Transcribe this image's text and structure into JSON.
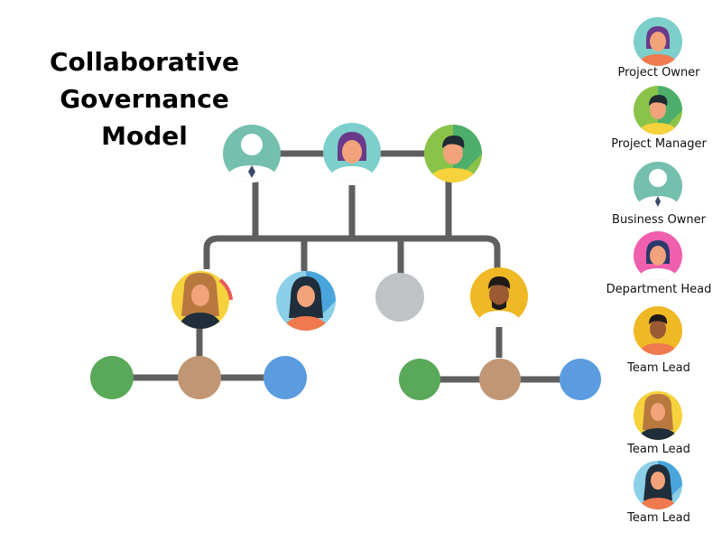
{
  "title": {
    "lines": [
      "Collaborative",
      "Governance",
      "Model"
    ]
  },
  "legend": {
    "items": [
      {
        "label": "Project Owner",
        "avatar": "woman-purple-hair-avatar",
        "bg": "#7ccfcb"
      },
      {
        "label": "Project Manager",
        "avatar": "man-dark-hair-avatar",
        "bg": "#8bc34a"
      },
      {
        "label": "Business Owner",
        "avatar": "businessman-tie-avatar",
        "bg": "#74bfae"
      },
      {
        "label": "Department Head",
        "avatar": "woman-dark-hair-avatar",
        "bg": "#ef5fae"
      },
      {
        "label": "Team Lead",
        "avatar": "man-curly-hair-avatar",
        "bg": "#efb825"
      },
      {
        "label": "Team Lead",
        "avatar": "woman-brown-hair-avatar",
        "bg": "#f6d23c"
      },
      {
        "label": "Team Lead",
        "avatar": "woman-long-black-hair-avatar",
        "bg": "#8ccfe8"
      }
    ]
  },
  "colors": {
    "connector": "#5f5f5f",
    "green_node": "#5aa85a",
    "tan_node": "#c09674",
    "blue_node": "#5b9ce0",
    "gray_node": "#c0c3c6"
  }
}
